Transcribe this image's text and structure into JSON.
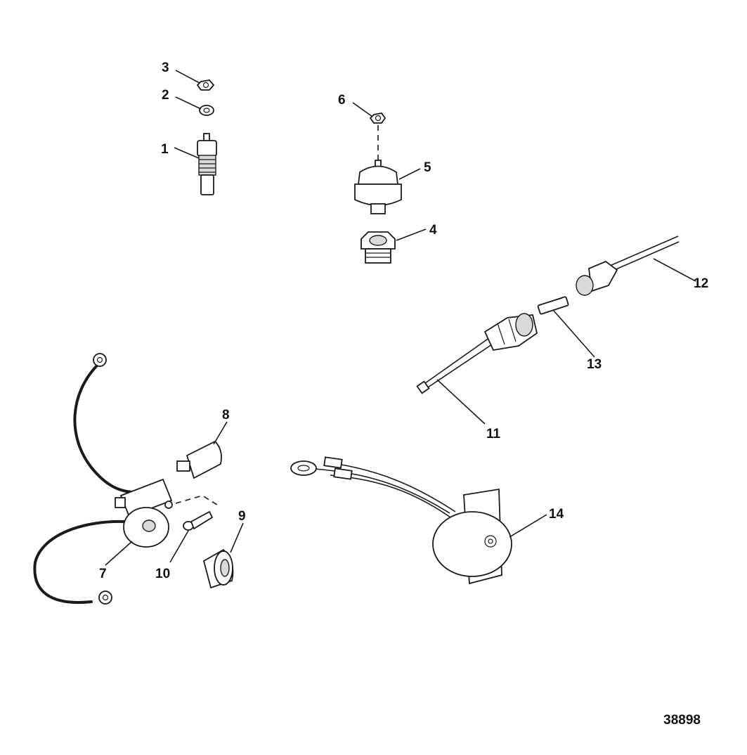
{
  "callouts": [
    {
      "label": "1"
    },
    {
      "label": "2"
    },
    {
      "label": "3"
    },
    {
      "label": "4"
    },
    {
      "label": "5"
    },
    {
      "label": "6"
    },
    {
      "label": "7"
    },
    {
      "label": "8"
    },
    {
      "label": "9"
    },
    {
      "label": "10"
    },
    {
      "label": "11"
    },
    {
      "label": "12"
    },
    {
      "label": "13"
    },
    {
      "label": "14"
    }
  ],
  "figure_number": "38898",
  "colors": {
    "ink": "#1a1a1a",
    "background": "#ffffff",
    "shade": "#d9d9d9"
  }
}
